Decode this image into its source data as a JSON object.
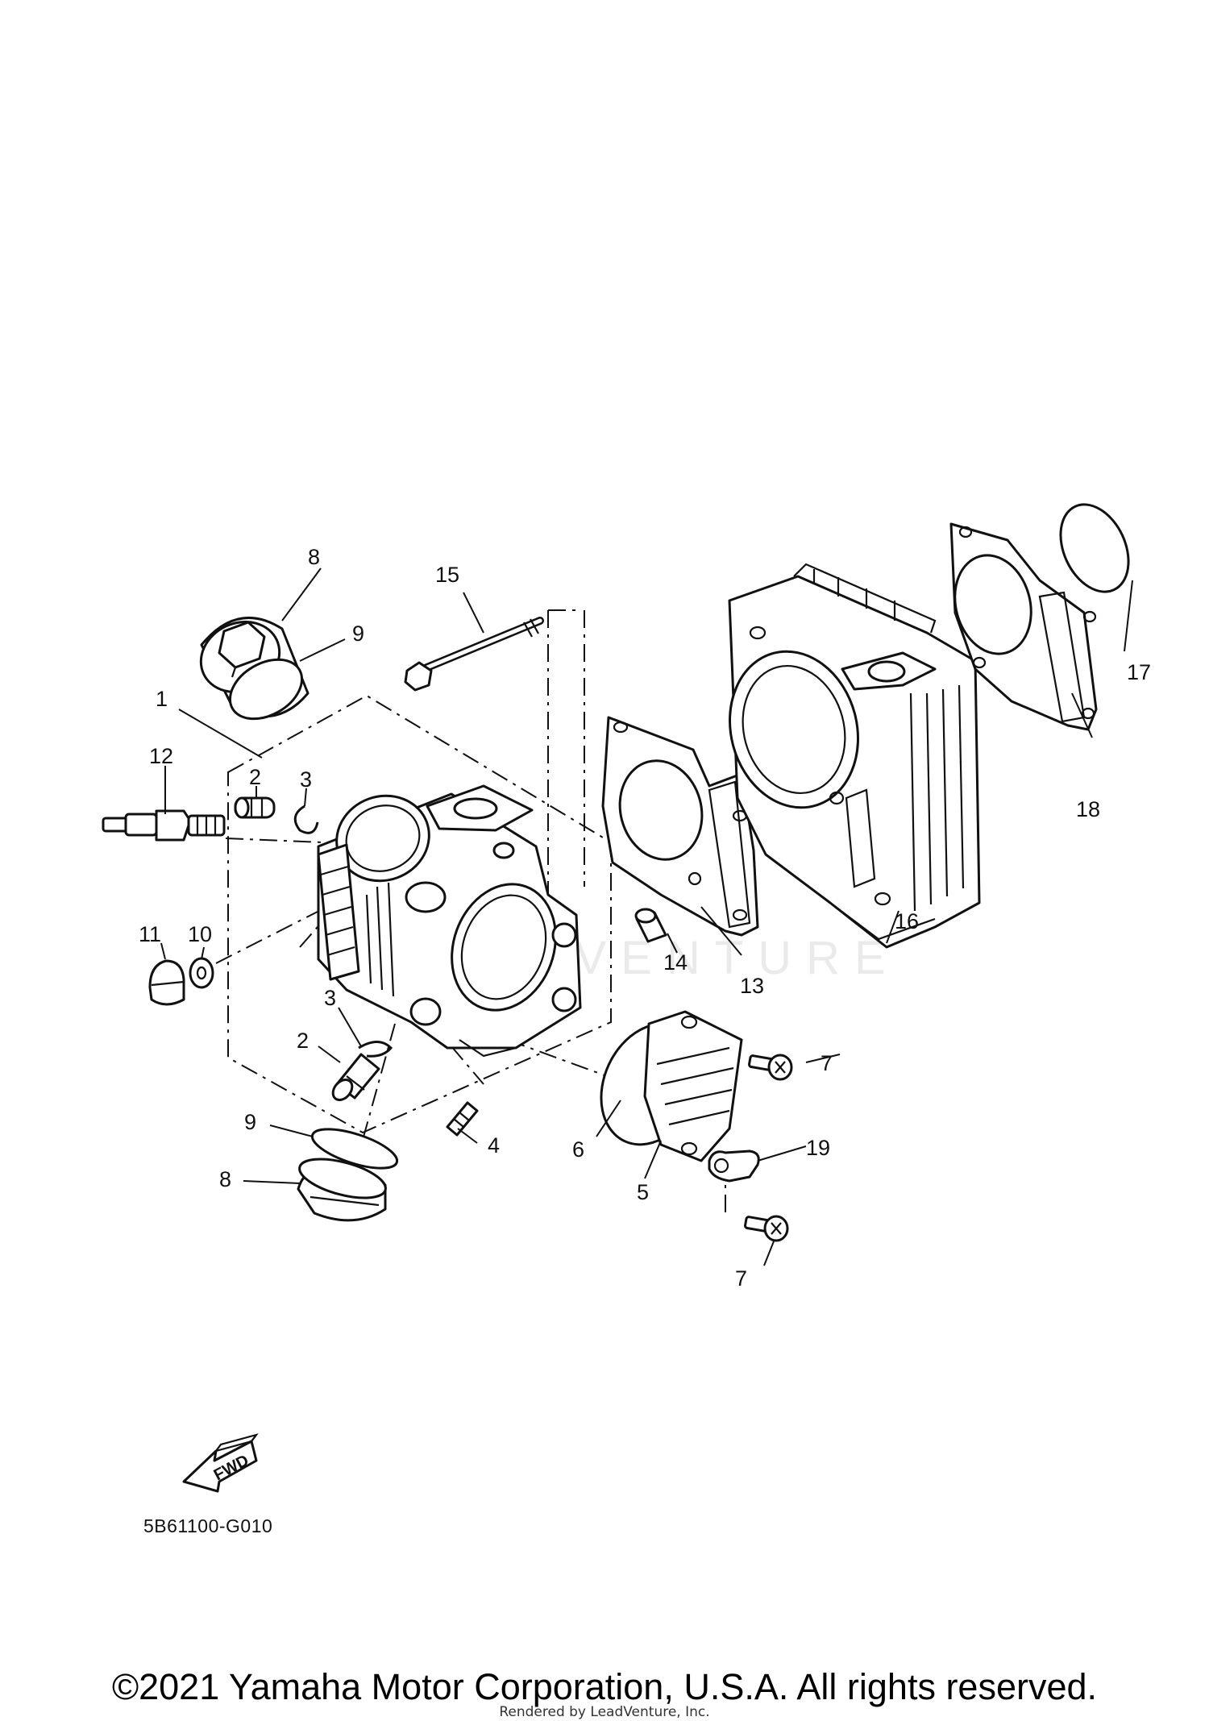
{
  "diagram": {
    "callouts": {
      "c1": "1",
      "c2a": "2",
      "c2b": "2",
      "c3a": "3",
      "c3b": "3",
      "c4": "4",
      "c5": "5",
      "c6": "6",
      "c7a": "7",
      "c7b": "7",
      "c8a": "8",
      "c8b": "8",
      "c9a": "9",
      "c9b": "9",
      "c10": "10",
      "c11": "11",
      "c12": "12",
      "c13": "13",
      "c14": "14",
      "c15": "15",
      "c16": "16",
      "c17": "17",
      "c18": "18",
      "c19": "19"
    },
    "fwd_label": "FWD",
    "diagram_code": "5B61100-G010",
    "watermark": "LEADVENTURE"
  },
  "footer": {
    "copyright": "©2021 Yamaha Motor Corporation, U.S.A. All rights reserved.",
    "rendered_by": "Rendered by LeadVenture, Inc."
  }
}
